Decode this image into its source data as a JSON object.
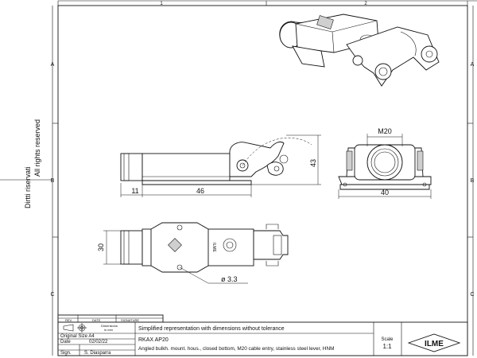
{
  "frame": {
    "columns": [
      "1",
      "2"
    ],
    "rows": [
      "A",
      "B",
      "C"
    ],
    "side_text": [
      "Dirtti riservati",
      "All rights reserved"
    ]
  },
  "dimensions": {
    "length": "46",
    "offset": "11",
    "height": "43",
    "thread": "M20",
    "width": "40",
    "depth": "30",
    "hole": "ø 3.3"
  },
  "title_block": {
    "rev_header": [
      "REV.",
      "DATE",
      "SIGNATURE"
    ],
    "dimensions_label": "Dimensions",
    "dimensions_unit": "in mm",
    "description_note": "Simplified representation with dimensions without tolerance",
    "original_size": "Original Size A4",
    "date_label": "Date",
    "date_value": "02/02/22",
    "sign_label": "Sign.",
    "sign_value": "S. Diasparra",
    "code": "RKAX AP20",
    "description": "Angled bulkh. mount. hous., closed bottom, M20 cable entry, stainless steel lever, HNM",
    "scale_label": "Scale",
    "scale_value": "1:1",
    "logo_text": "ILME"
  },
  "part_marking": "ILME"
}
